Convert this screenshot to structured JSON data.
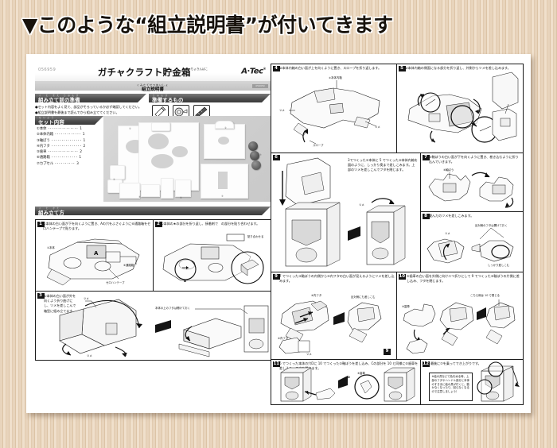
{
  "page": {
    "title": "▼このような“組立説明書”が付いてきます"
  },
  "document": {
    "sku": "056959",
    "product_title": "ガチャクラフト貯金箱",
    "product_title_ruby": "ちょきんばこ",
    "subtitle": "組立説明書",
    "subtitle_ruby": "くみたてせつめいしょ",
    "brand": "A⋅Tec",
    "brand_sup": "®",
    "lot_badge": "056959"
  },
  "sections": {
    "prep": {
      "heading": "組み立て前の準備",
      "ruby": "く た まえ じゅんび",
      "bullets": [
        "●セット内容をよく見て、部品がそろっているか必ず確認してください。",
        "●組立説明書を最後まで読んでから組み立ててください。"
      ]
    },
    "parts": {
      "heading": "セット内容",
      "ruby": "ないよう",
      "items": [
        {
          "no": "①",
          "name": "本体",
          "qty": "1"
        },
        {
          "no": "②",
          "name": "本体内箱",
          "qty": "1"
        },
        {
          "no": "③",
          "name": "軸ぼう",
          "qty": "1"
        },
        {
          "no": "④",
          "name": "内フタ",
          "qty": "2"
        },
        {
          "no": "⑤",
          "name": "歯車",
          "qty": "2"
        },
        {
          "no": "⑥",
          "name": "通路箱",
          "qty": "1"
        },
        {
          "no": "⑦",
          "name": "カプセル",
          "qty": "3"
        }
      ]
    },
    "prepare_items": {
      "heading": "準備するもの",
      "ruby": "じゅんび",
      "tools": [
        {
          "icon": "glue-stick-icon",
          "label": "紙工用"
        },
        {
          "icon": "tape-icon",
          "label": "セロハンテープ"
        },
        {
          "icon": "ruler-icon",
          "label": "定規など"
        }
      ]
    },
    "assembly": {
      "heading": "組み立て方",
      "ruby": "く た かた"
    }
  },
  "steps": [
    {
      "no": "1",
      "text": "①本体の白い面が下を向くように置き、Aの穴をふさぐように⑥通路箱をセロハンテープで貼ります。",
      "labels": [
        "①本体",
        "A",
        "⑥通路箱",
        "セロハンテープ"
      ]
    },
    {
      "no": "2",
      "text": "①本体の★の部分を折り返し、接着剤で　の部分を貼り合わせます。",
      "labels": [
        "貼り合わせる",
        "B"
      ]
    },
    {
      "no": "3",
      "text": "①本体の白い面が外を向くよう折り曲げにし、ツメを差しこんで箱型に組み立てます。",
      "labels": [
        "ツメ",
        "本体の上のフタは開けておく",
        "ツメ"
      ]
    },
    {
      "no": "4",
      "text": "②本体内箱の白い面が上を向くように置き、スロープを折り返します。",
      "labels": [
        "②本体内箱",
        "ツメ",
        "ツメ",
        "スロープ"
      ]
    },
    {
      "no": "5",
      "text": "②本体内箱の側面になる部分を折り返し、外側からツメを差し込みます。",
      "labels": []
    },
    {
      "no": "6",
      "text": "3でつくった①本体に 5 でつくった②本体内箱を図のように、しっかり奥まで差しこみます。上部のツメを差しこんでフタを閉じます。",
      "labels": [
        "5",
        "3",
        "ツメ"
      ]
    },
    {
      "no": "7",
      "text": "③軸ぼうの白い面が下を向くように置き、巻き込むように折り込んでいきます。",
      "labels": [
        "③軸ぼう"
      ]
    },
    {
      "no": "8",
      "text": "畳んだのツメを差しこみます。",
      "labels": [
        "ツメ",
        "反対側のフタは開けておく",
        "しっかり差しこむ"
      ]
    },
    {
      "no": "9",
      "text": "7 でつくった③軸ぼうの内側から④内フタの白い面が見えるようにツメを差し込みます。",
      "labels": [
        "④内フタ",
        "反対側にも差しこむ",
        "④内フタ",
        "ツメ",
        "9"
      ]
    },
    {
      "no": "10",
      "text": "⑤歯車の白い面を外側に向け二つ折りにして 9 でつくった③軸ぼうの片側に差し込み、フタを閉じます。",
      "labels": [
        "⑤歯車",
        "こちら側は 10 で閉じる"
      ]
    },
    {
      "no": "11",
      "text": "6 でつくった本体の穴Dに 10 でつくった③軸ぼうを差し込み、Cの部分を 10 と同様に⑤歯車を差し込み、フタを閉じます。",
      "labels": [
        "6",
        "⑤歯車",
        "C",
        "D",
        "10"
      ]
    },
    {
      "no": "12",
      "text": "最後に⑦を乗ってでき上がりです。",
      "labels": [],
      "tip": "※絵の具などで色をぬる時、上部のフタやハンドル部分と本体のすきまに絵の具が付くと、動かなくなったり、回らなくなるので注意しましょう！"
    }
  ],
  "colors": {
    "background": "#e3cdb2",
    "paper": "#ffffff",
    "banner_dark": "#3a3a3a",
    "photo_bg": "#cfcfcf",
    "accent_black": "#141414"
  }
}
